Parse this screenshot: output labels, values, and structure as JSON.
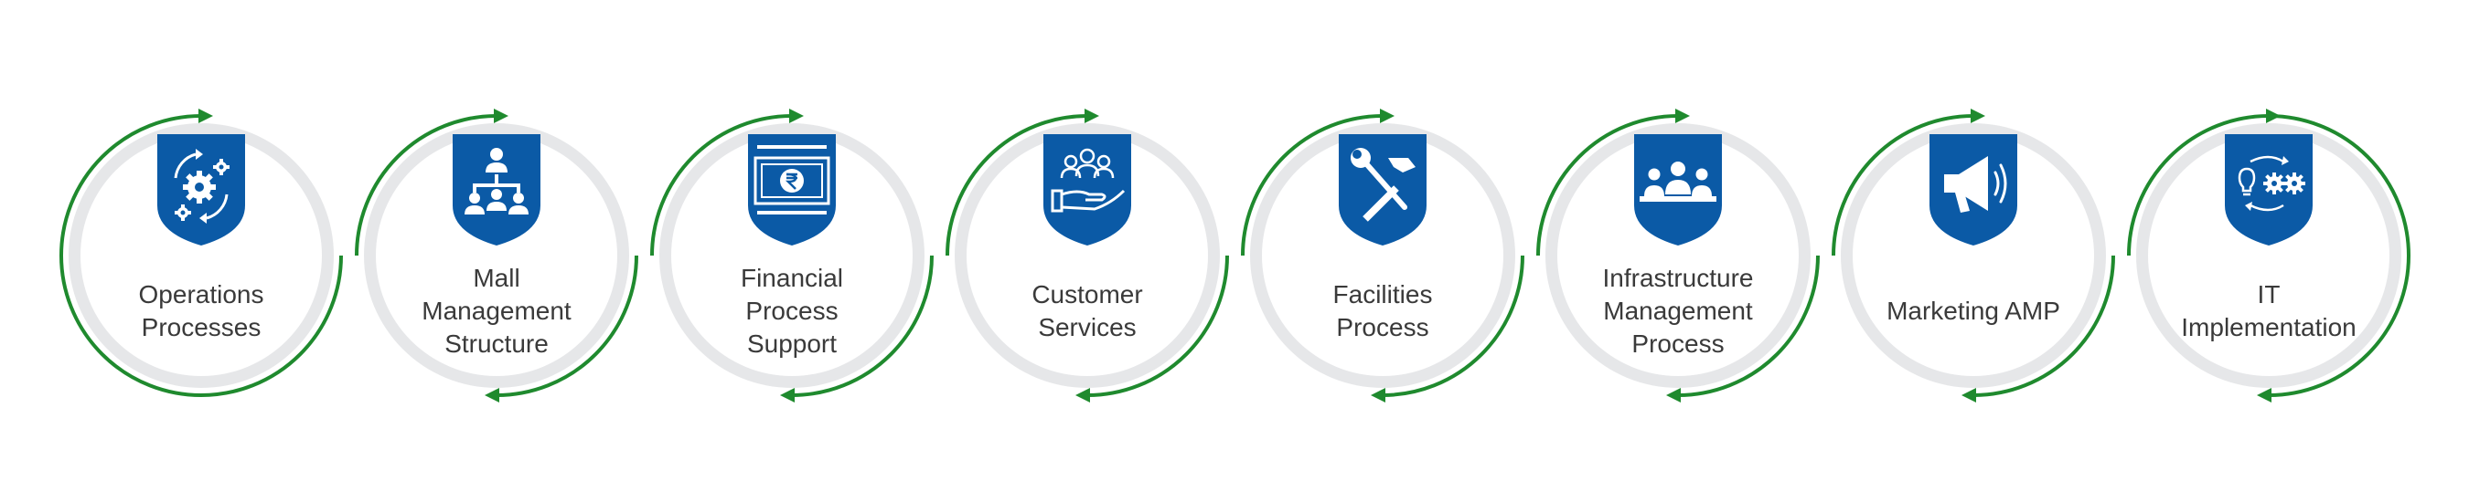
{
  "colors": {
    "badge_blue": "#0b5aa6",
    "arrow_green": "#1f8a2e",
    "ring_grey": "#e6e7e9",
    "disc_white": "#ffffff",
    "label_text": "#3a3a3a"
  },
  "steps": [
    {
      "label": "Operations Processes",
      "icon": "gears-cycle-icon"
    },
    {
      "label": "Mall Management Structure",
      "icon": "org-structure-icon"
    },
    {
      "label": "Financial Process Support",
      "icon": "rupee-banknote-icon"
    },
    {
      "label": "Customer Services",
      "icon": "people-hand-icon"
    },
    {
      "label": "Facilities Process",
      "icon": "wrench-hammer-icon"
    },
    {
      "label": "Infrastructure Management Process",
      "icon": "team-meeting-icon"
    },
    {
      "label": "Marketing AMP",
      "icon": "megaphone-icon"
    },
    {
      "label": "IT Implementation",
      "icon": "lightbulb-gears-icon"
    }
  ]
}
